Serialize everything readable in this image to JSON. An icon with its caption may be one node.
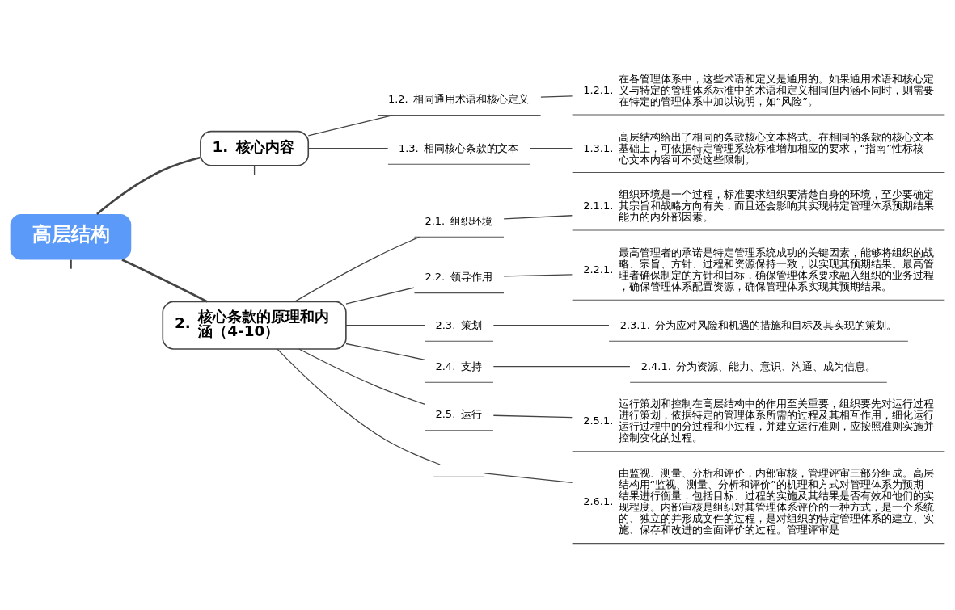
{
  "diagram": {
    "nodes": [
      {
        "text": [
          "高层结构"
        ]
      },
      {
        "text": [
          "1.",
          "核心内容"
        ]
      },
      {
        "text": [
          "1.2.",
          "相同通用术语和核心定义"
        ]
      },
      {
        "text": [
          "1.2.1.",
          "在各管理体系中，这些术语和定义是通用的。如果通用术语和核心定义与特定的管理体系标准中的术语和定义相同但内涵不同时，则需要在特定的管理体系中加以说明，如“风险”。"
        ]
      },
      {
        "text": [
          "1.3.",
          "相同核心条款的文本"
        ]
      },
      {
        "text": [
          "1.3.1.",
          "高层结构给出了相同的条款核心文本格式。在相同的条款的核心文本基础上，可依据特定管理系统标准增加相应的要求，“指南”性标核心文本内容可不受这些限制。"
        ]
      },
      {
        "text": [
          "2.",
          "核心条款的原理和内涵（4-10）"
        ]
      },
      {
        "text": [
          "2.1.",
          "组织环境"
        ]
      },
      {
        "text": [
          "2.1.1.",
          "组织环境是一个过程，标准要求组织要清楚自身的环境，至少要确定其宗旨和战略方向有关，而且还会影响其实现特定管理体系预期结果能力的内外部因素。"
        ]
      },
      {
        "text": [
          "2.2.",
          "领导作用"
        ]
      },
      {
        "text": [
          "2.2.1.",
          "最高管理者的承诺是特定管理系统成功的关键因素，能够将组织的战略、宗旨、方针、过程和资源保持一致，以实现其预期结果。最高管理者确保制定的方针和目标，确保管理体系要求融入组织的业务过程，确保管理体系配置资源，确保管理体系实现其预期结果。"
        ]
      },
      {
        "text": [
          "2.3.",
          "策划"
        ]
      },
      {
        "text": [
          "2.3.1.",
          "分为应对风险和机遇的措施和目标及其实现的策划。"
        ]
      },
      {
        "text": [
          "2.4.",
          "支持"
        ]
      },
      {
        "text": [
          "2.4.1.",
          "分为资源、能力、意识、沟通、成为信息。"
        ]
      },
      {
        "text": [
          "2.5.",
          "运行"
        ]
      },
      {
        "text": [
          "2.5.1.",
          "运行策划和控制在高层结构中的作用至关重要，组织要先对运行过程进行策划，依据特定的管理体系所需的过程及其相互作用，细化运行运行过程中的分过程和小过程，并建立运行准则，应按照准则实施并控制变化的过程。"
        ]
      },
      {
        "text": [],
        "shape": "box"
      },
      {
        "text": [
          "2.6.1.",
          "由监视、测量、分析和评价，内部审核，管理评审三部分组成。高层结构用“监视、测量、分析和评价”的机理和方式对管理体系为预期结果进行衡量，包括目标、过程的实施及其结果是否有效和他们的实现程度。内部审核是组织对其管理体系评价的一种方式，是一个系统的、独立的并形成文件的过程，是对组织的特定管理体系的建立、实施、保存和改进的全面评价的过程。管理评审是"
        ]
      }
    ],
    "edges": [
      {
        "from": 0,
        "to": 1,
        "arrow": "none"
      },
      {
        "from": 0,
        "to": 6,
        "arrow": "none"
      },
      {
        "from": 0,
        "to": null,
        "arrow": "none"
      },
      {
        "from": 1,
        "to": null,
        "arrow": "none"
      },
      {
        "from": 1,
        "to": 2,
        "arrow": "none"
      },
      {
        "from": 2,
        "to": 3,
        "arrow": "none"
      },
      {
        "from": 1,
        "to": 4,
        "arrow": "none"
      },
      {
        "from": 4,
        "to": 5,
        "arrow": "none"
      },
      {
        "from": 6,
        "to": 7,
        "arrow": "none"
      },
      {
        "from": 7,
        "to": 8,
        "arrow": "none"
      },
      {
        "from": 6,
        "to": 9,
        "arrow": "none"
      },
      {
        "from": 9,
        "to": 10,
        "arrow": "none"
      },
      {
        "from": 6,
        "to": 11,
        "arrow": "none"
      },
      {
        "from": 11,
        "to": 12,
        "arrow": "none"
      },
      {
        "from": 6,
        "to": 13,
        "arrow": "none"
      },
      {
        "from": 13,
        "to": 14,
        "arrow": "none"
      },
      {
        "from": 6,
        "to": 15,
        "arrow": "none"
      },
      {
        "from": 15,
        "to": 16,
        "arrow": "none"
      },
      {
        "from": 6,
        "to": 17,
        "arrow": "none"
      },
      {
        "from": 17,
        "to": 18,
        "arrow": "none"
      }
    ]
  }
}
